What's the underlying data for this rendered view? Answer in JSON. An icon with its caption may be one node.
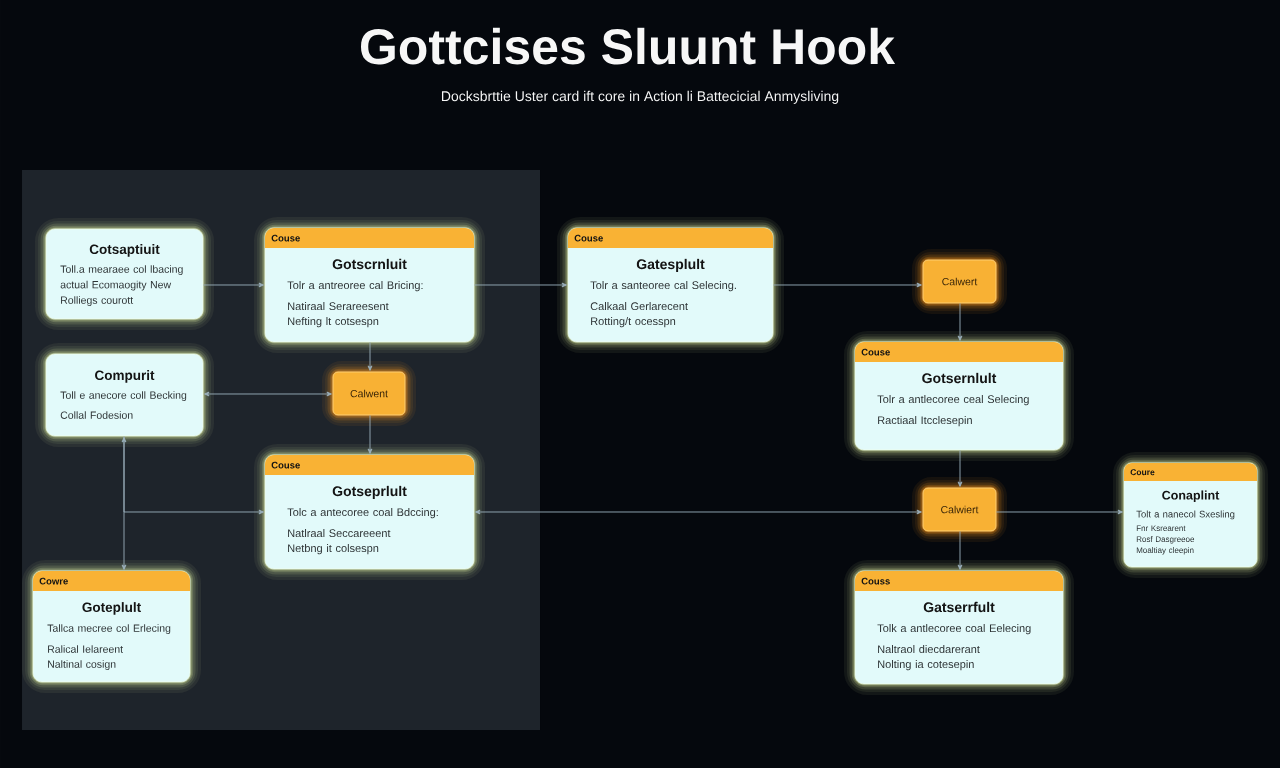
{
  "diagram": {
    "title": "Gottcises Sluunt Hook",
    "nodes": [
      {
        "text": [],
        "shape": "box"
      },
      {
        "text": [
          "Cotsaptiuit",
          "Toll.a mearaee col lbacing actual Ecomaogity New Rolliegs courott"
        ],
        "in": 0
      },
      {
        "text": [
          "Couse",
          "Gotscrnluit",
          "Tolr a antreoree cal Bricing:",
          "Natiraal Serareesent Nefting lt cotsespn"
        ],
        "in": 0
      },
      {
        "text": [
          "Compurit",
          "Toll e anecore coll Becking",
          "Collal Fodesion"
        ],
        "in": 0
      },
      {
        "text": [
          "Calwent"
        ],
        "in": 0
      },
      {
        "text": [
          "Couse",
          "Gotseprlult",
          "Tolc a antecoree coal Bdccing:",
          "Natlraal Seccareeent Netbng it colsespn"
        ],
        "in": 0
      },
      {
        "text": [
          "Cowre",
          "Goteplult",
          "Tallca mecree col Erlecing",
          "Ralical Ielareent Naltinal cosign"
        ],
        "in": 0
      },
      {
        "text": [
          "Couse",
          "Gatesplult",
          "Tolr a santeoree cal Selecing.",
          "Calkaal Gerlarecent Rotting/t ocesspn"
        ]
      },
      {
        "text": [
          "Calwert"
        ]
      },
      {
        "text": [
          "Couse",
          "Gotsernlult",
          "Tolr a antlecoree ceal Selecing",
          "Ractiaal Itcclesepin"
        ]
      },
      {
        "text": [
          "Calwiert"
        ]
      },
      {
        "text": [
          "Coure",
          "Conaplint",
          "Tolt a nanecol Sxesling",
          "Fnr Ksrearent Rosf Dasgreeoe Moaltiay cleepin"
        ]
      },
      {
        "text": [
          "Couss",
          "Gatserrfult",
          "Tolk a antlecoree coal Eelecing",
          "Naltraol diecdarerant Nolting ia cotesepin"
        ]
      }
    ],
    "edges": [
      {
        "from": 1,
        "to": 2,
        "arrow": "to"
      },
      {
        "from": 2,
        "to": 7,
        "arrow": "to"
      },
      {
        "from": 7,
        "to": 8,
        "arrow": "to"
      },
      {
        "from": 8,
        "to": 9,
        "arrow": "to"
      },
      {
        "from": 2,
        "to": 4,
        "arrow": "to"
      },
      {
        "from": 3,
        "to": 4,
        "arrow": "both"
      },
      {
        "from": 4,
        "to": 5,
        "arrow": "to"
      },
      {
        "from": 3,
        "to": 6,
        "arrow": "both"
      },
      {
        "from": 3,
        "to": 5,
        "arrow": "to"
      },
      {
        "from": 5,
        "to": 10,
        "arrow": "both"
      },
      {
        "from": 9,
        "to": 10,
        "arrow": "to"
      },
      {
        "from": 10,
        "to": 11,
        "arrow": "to"
      },
      {
        "from": 10,
        "to": 12,
        "arrow": "to"
      }
    ],
    "labels": [
      "Docksbrttie Uster card ift core in Action li Battecicial Anmysliving"
    ]
  }
}
